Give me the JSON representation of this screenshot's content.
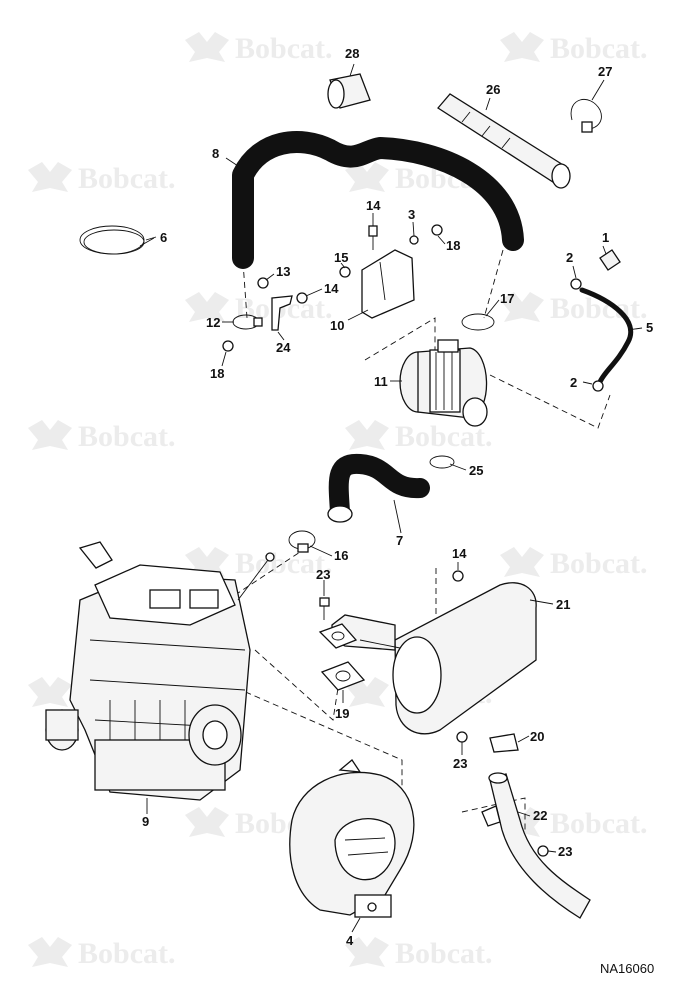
{
  "watermark": {
    "text": "Bobcat."
  },
  "drawing_code": "NA16060",
  "callouts": [
    "1",
    "2",
    "2",
    "3",
    "4",
    "5",
    "6",
    "7",
    "8",
    "9",
    "10",
    "11",
    "12",
    "13",
    "14",
    "14",
    "14",
    "15",
    "16",
    "17",
    "18",
    "18",
    "19",
    "20",
    "21",
    "22",
    "23",
    "23",
    "23",
    "24",
    "25",
    "26",
    "27",
    "28"
  ]
}
